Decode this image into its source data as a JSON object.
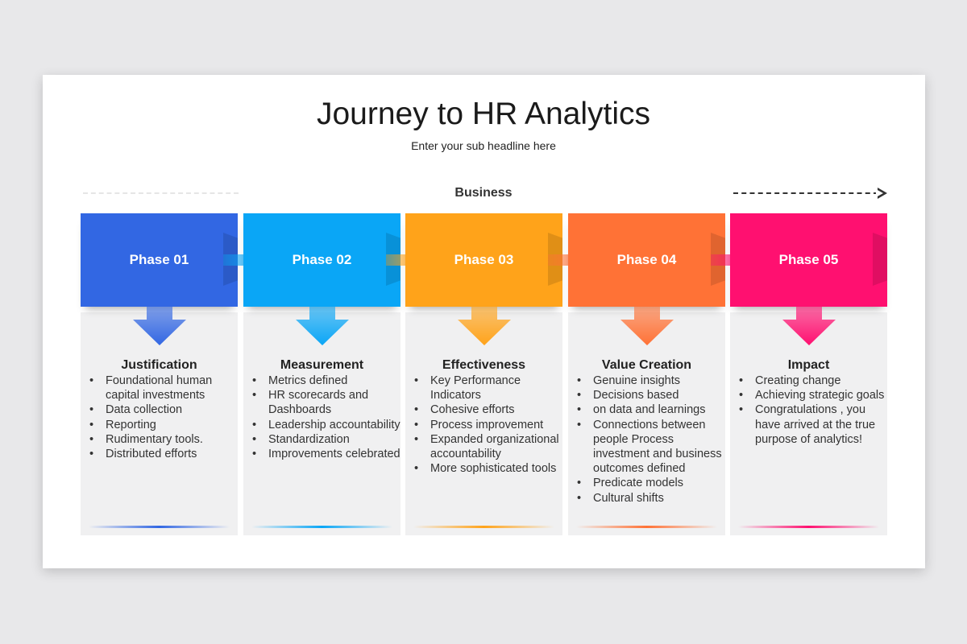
{
  "title": "Journey to HR Analytics",
  "subtitle": "Enter your sub headline here",
  "business_label": "Business",
  "phases": [
    {
      "label": "Phase 01",
      "color": "#3267e3",
      "title": "Justification",
      "items": [
        "Foundational human capital investments",
        "Data collection",
        "Reporting",
        "Rudimentary tools.",
        "Distributed efforts"
      ]
    },
    {
      "label": "Phase 02",
      "color": "#0aa6f6",
      "title": "Measurement",
      "items": [
        "Metrics defined",
        "HR scorecards and Dashboards",
        "Leadership accountability",
        "Standardization",
        "Improvements celebrated"
      ]
    },
    {
      "label": "Phase 03",
      "color": "#ffa31a",
      "title": "Effectiveness",
      "items": [
        "Key Performance Indicators",
        "Cohesive efforts",
        "Process improvement",
        "Expanded organizational accountability",
        "More sophisticated tools"
      ]
    },
    {
      "label": "Phase 04",
      "color": "#ff7236",
      "title": "Value Creation",
      "items": [
        "Genuine insights",
        "Decisions based",
        "on data and learnings",
        "Connections between people Process investment and business outcomes defined",
        "Predicate models",
        "Cultural shifts"
      ]
    },
    {
      "label": "Phase 05",
      "color": "#ff1070",
      "title": "Impact",
      "items": [
        "Creating change",
        "Achieving strategic goals",
        "Congratulations , you have arrived at the true purpose of analytics!"
      ]
    }
  ]
}
